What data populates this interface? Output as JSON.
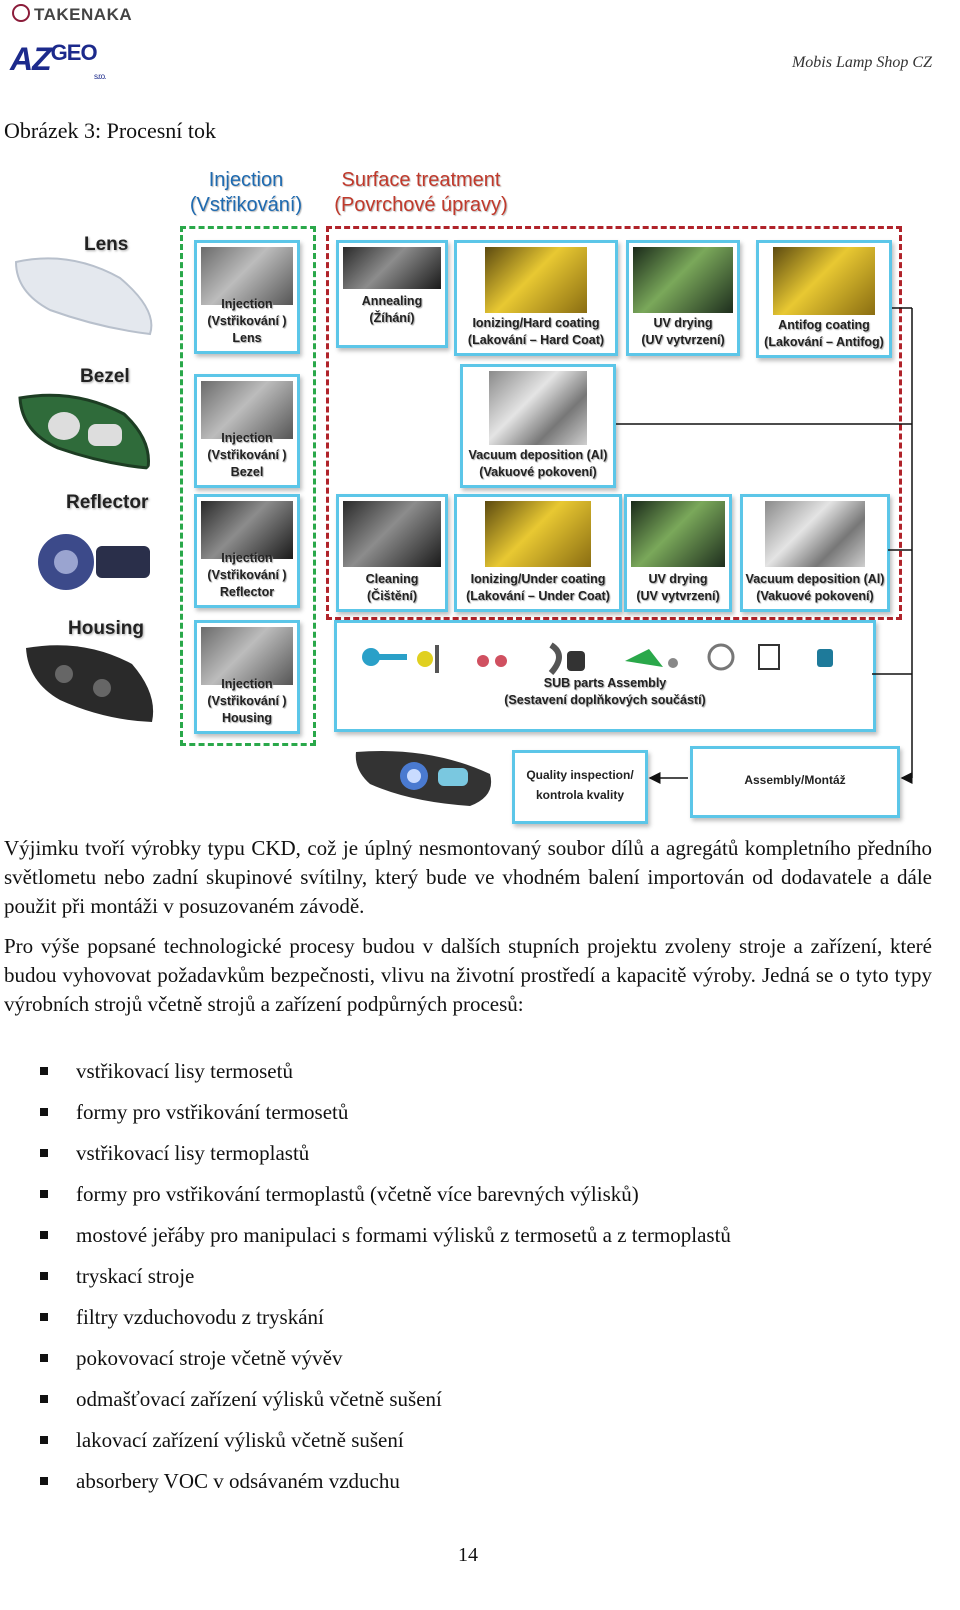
{
  "header": {
    "left_logo_text": "TAKENAKA",
    "logo2_main": "AZ",
    "logo2_sup": "GEO",
    "logo2_sub": "s.r.o.",
    "right_title": "Mobis Lamp Shop CZ"
  },
  "figure_title": "Obrázek 3: Procesní tok",
  "figure": {
    "col_injection": [
      "Injection",
      "(Vstřikování)"
    ],
    "col_surface": [
      "Surface treatment",
      "(Povrchové úpravy)"
    ],
    "parts": [
      "Lens",
      "Bezel",
      "Reflector",
      "Housing"
    ],
    "injection_boxes": [
      [
        "Injection",
        "(Vstřikování )",
        "Lens"
      ],
      [
        "Injection",
        "(Vstřikování )",
        "Bezel"
      ],
      [
        "Injection",
        "(Vstřikování )",
        "Reflector"
      ],
      [
        "Injection",
        "(Vstřikování )",
        "Housing"
      ]
    ],
    "lens_row": [
      [
        "Annealing",
        "(Žíhání)"
      ],
      [
        "Ionizing/Hard coating",
        "(Lakování – Hard Coat)"
      ],
      [
        "UV drying",
        "(UV vytvrzení)"
      ],
      [
        "Antifog coating",
        "(Lakování – Antifog)"
      ]
    ],
    "bezel_row": [
      [
        "Vacuum deposition (Al)",
        "(Vakuové pokovení)"
      ]
    ],
    "reflector_row": [
      [
        "Cleaning",
        "(Čištění)"
      ],
      [
        "Ionizing/Under coating",
        "(Lakování – Under Coat)"
      ],
      [
        "UV drying",
        "(UV vytvrzení)"
      ],
      [
        "Vacuum deposition (Al)",
        "(Vakuové pokovení)"
      ]
    ],
    "sub_assembly": [
      "SUB parts Assembly",
      "(Sestavení doplňkových součástí)"
    ],
    "quality": [
      "Quality inspection/",
      "kontrola kvality"
    ],
    "assembly": "Assembly/Montáž"
  },
  "paragraph1": "Výjimku tvoří výrobky typu CKD, což je úplný nesmontovaný soubor dílů a agregátů kompletního předního světlometu nebo zadní skupinové svítilny, který bude ve vhodném balení importován od dodavatele a dále použit při montáži v posuzovaném závodě.",
  "paragraph2": "Pro výše popsané technologické procesy budou v dalších stupních projektu zvoleny stroje a zařízení, které budou vyhovovat požadavkům bezpečnosti, vlivu na životní prostředí a kapacitě výroby. Jedná se o tyto typy výrobních strojů včetně strojů a zařízení podpůrných procesů:",
  "bullets": [
    "vstřikovací lisy termosetů",
    "formy pro vstřikování termosetů",
    "vstřikovací lisy termoplastů",
    "formy pro vstřikování termoplastů (včetně více barevných výlisků)",
    "mostové jeřáby pro manipulaci s formami výlisků z termosetů a z termoplastů",
    "tryskací stroje",
    "filtry vzduchovodu z tryskání",
    "pokovovací stroje včetně vývěv",
    "odmašťovací zařízení výlisků včetně sušení",
    "lakovací zařízení výlisků včetně sušení",
    "absorbery VOC v odsávaném vzduchu"
  ],
  "page_number": "14",
  "colors": {
    "injection_blue": "#1e6ab0",
    "surface_red": "#c0392b",
    "box_border": "#5cc6e8",
    "dash_green": "#2aa84a",
    "dash_red": "#b0232a"
  }
}
